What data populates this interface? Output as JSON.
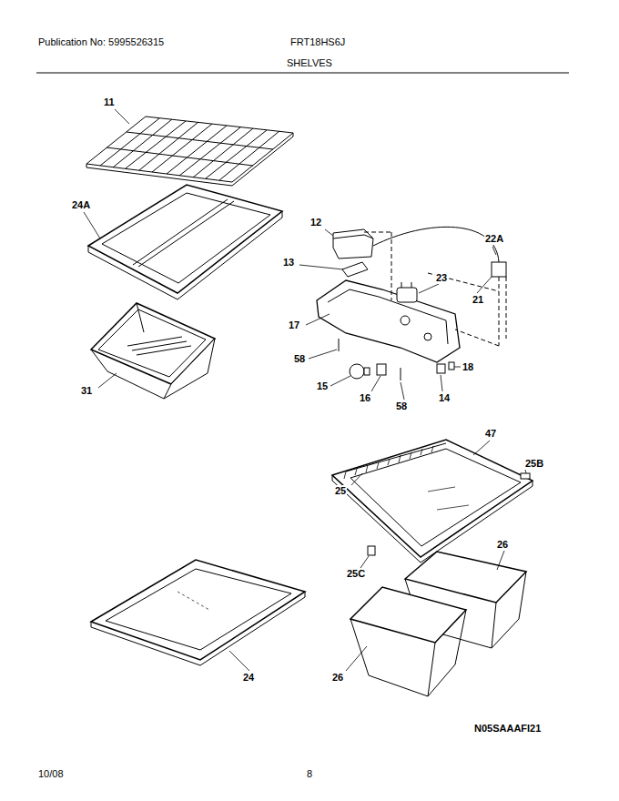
{
  "diagram": {
    "title": "SHELVES",
    "labels": [
      "Publication No: 5995526315",
      "FRT18HS6J",
      "11",
      "24A",
      "12",
      "13",
      "22A",
      "23",
      "21",
      "17",
      "58",
      "15",
      "16",
      "58",
      "14",
      "18",
      "31",
      "47",
      "25",
      "25B",
      "25C",
      "26",
      "26",
      "24",
      "N05SAAAFI21",
      "10/08",
      "8"
    ]
  }
}
